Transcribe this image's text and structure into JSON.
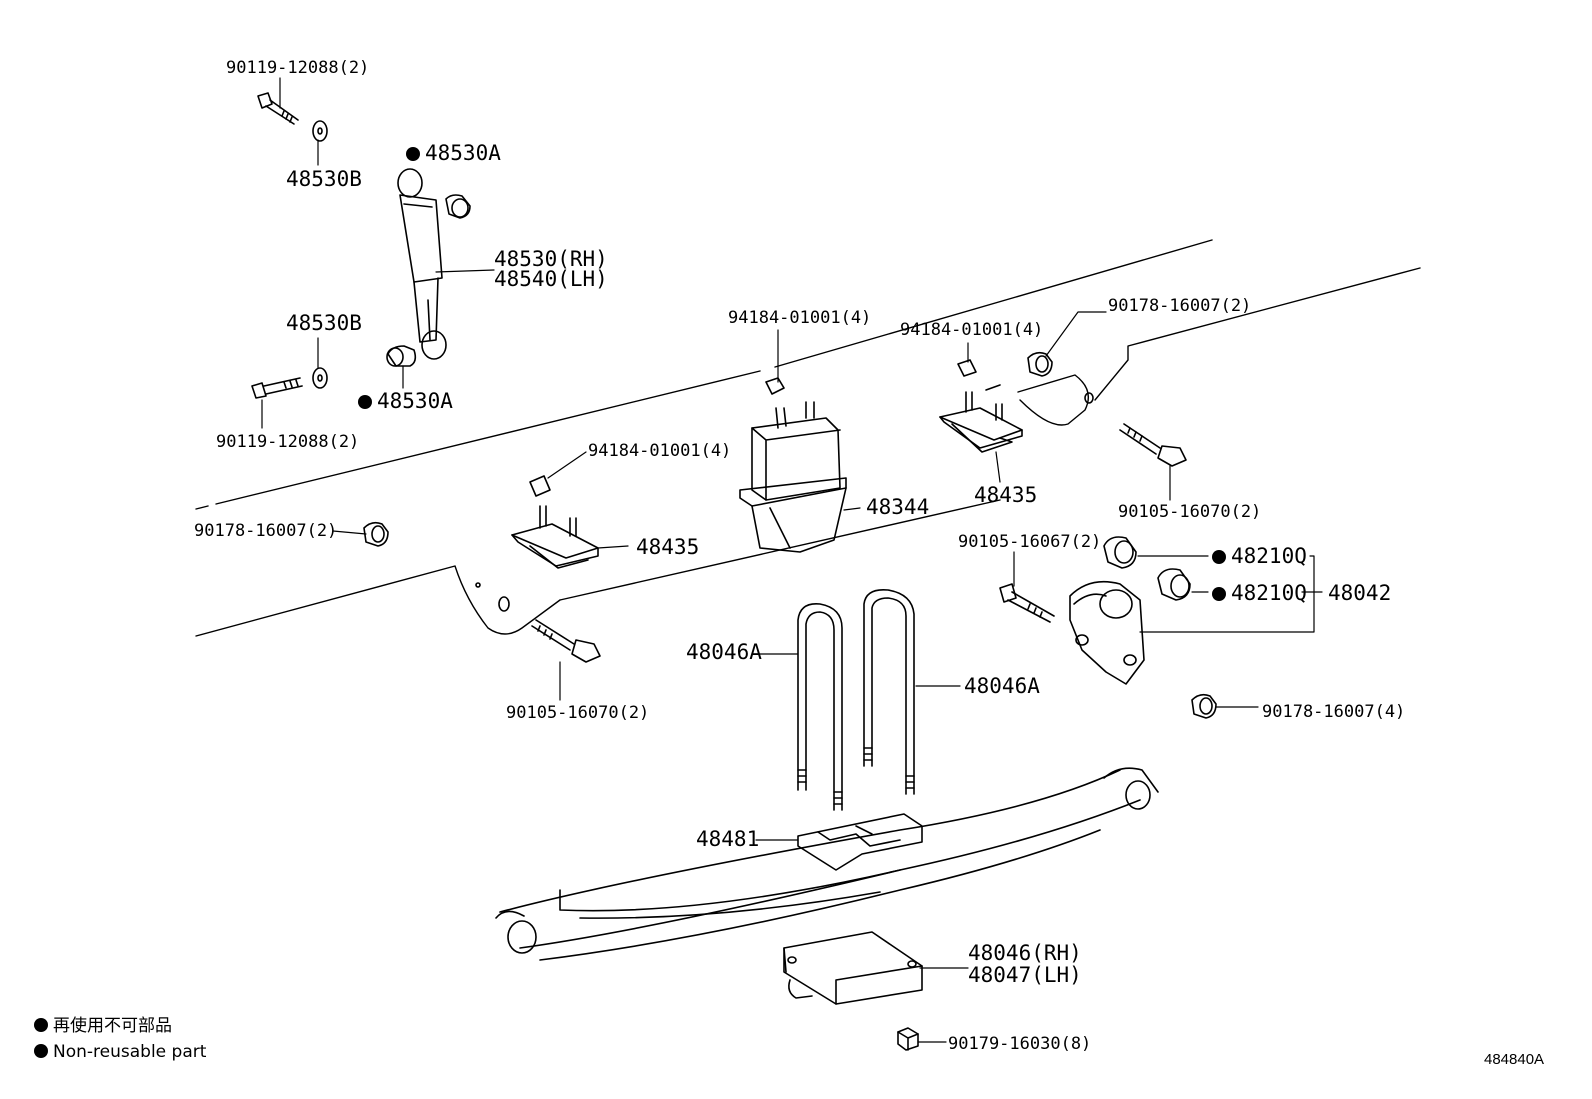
{
  "labels": {
    "shock_bolt_top": "90119-12088(2)",
    "washer_top": "48530B",
    "bushing_top": "48530A",
    "shock_rh": "48530(RH)",
    "shock_lh": "48540(LH)",
    "washer_bottom": "48530B",
    "bushing_bottom": "48530A",
    "shock_bolt_bottom": "90119-12088(2)",
    "nut_bumper": "94184-01001(4)",
    "nut_bracket_right": "94184-01001(4)",
    "nut_frame_top": "90178-16007(2)",
    "nut_bracket_left": "94184-01001(4)",
    "bumper": "48344",
    "bracket_right": "48435",
    "bracket_left": "48435",
    "nut_frame_left": "90178-16007(2)",
    "bolt_right": "90105-16070(2)",
    "bolt_shackle": "90105-16067(2)",
    "shackle_bushing_a": "48210Q",
    "shackle_bushing_b": "48210Q",
    "shackle": "48042",
    "bolt_left": "90105-16070(2)",
    "ubolt_left": "48046A",
    "ubolt_right": "48046A",
    "nut_shackle": "90178-16007(4)",
    "spring_pad": "48481",
    "spring_rh": "48046(RH)",
    "spring_lh": "48047(LH)",
    "ubolt_nut": "90179-16030(8)"
  },
  "legend": {
    "japanese": "再使用不可部品",
    "english": "Non-reusable part"
  },
  "diagram_code": "484840A"
}
